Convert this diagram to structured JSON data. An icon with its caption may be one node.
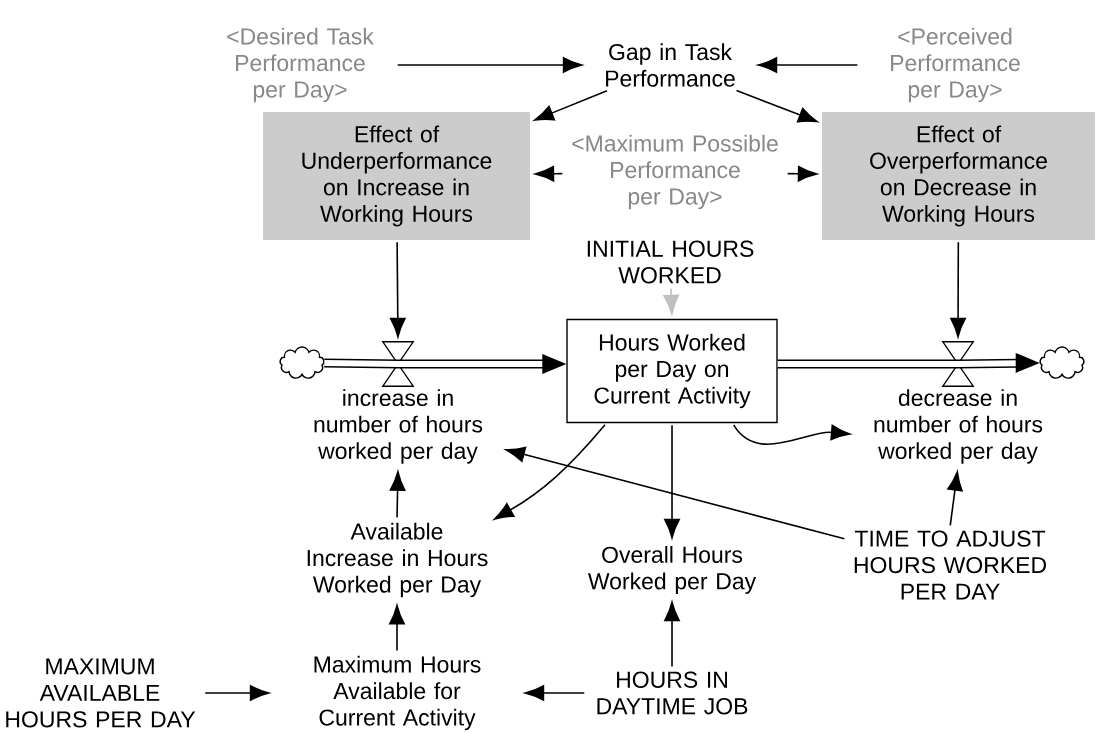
{
  "diagram": {
    "nodes": [
      {
        "text": [
          "<Desired Task Performance per Day>"
        ]
      },
      {
        "text": [
          "Gap in Task Performance"
        ]
      },
      {
        "text": [
          "<Perceived Performance per Day>"
        ]
      },
      {
        "text": [
          "Effect of Underperformance on Increase in Working Hours"
        ]
      },
      {
        "text": [
          "<Maximum Possible Performance per Day>"
        ]
      },
      {
        "text": [
          "Effect of Overperformance on Decrease in Working Hours"
        ]
      },
      {
        "text": [
          "INITIAL HOURS WORKED"
        ]
      },
      {
        "text": [],
        "shape": "cloud"
      },
      {
        "text": [],
        "shape": "valve",
        "beside": [
          "increase in number of hours worked per day"
        ]
      },
      {
        "text": [
          "Hours Worked per Day on Current Activity"
        ]
      },
      {
        "text": [],
        "shape": "valve",
        "beside": [
          "decrease in number of hours worked per day"
        ]
      },
      {
        "text": [],
        "shape": "cloud"
      },
      {
        "text": [
          "Available Increase in Hours Worked per Day"
        ]
      },
      {
        "text": [
          "Overall Hours Worked per Day"
        ]
      },
      {
        "text": [
          "TIME TO ADJUST HOURS WORKED PER DAY"
        ]
      },
      {
        "text": [
          "MAXIMUM AVAILABLE HOURS PER DAY"
        ]
      },
      {
        "text": [
          "Maximum Hours Available for Current Activity"
        ]
      },
      {
        "text": [
          "HOURS IN DAYTIME JOB"
        ]
      }
    ],
    "edges": [
      {
        "from": 0,
        "to": 1,
        "arrow": "to"
      },
      {
        "from": 2,
        "to": 1,
        "arrow": "to"
      },
      {
        "from": 1,
        "to": 3,
        "arrow": "to"
      },
      {
        "from": 1,
        "to": 5,
        "arrow": "to"
      },
      {
        "from": 4,
        "to": 3,
        "arrow": "to"
      },
      {
        "from": 4,
        "to": 5,
        "arrow": "to"
      },
      {
        "from": 3,
        "to": 8,
        "arrow": "to"
      },
      {
        "from": 5,
        "to": 10,
        "arrow": "to"
      },
      {
        "from": 6,
        "to": 9,
        "arrow": "to",
        "color": "#bfbfbf"
      },
      {
        "from": 7,
        "to": 8,
        "arrow": "none",
        "style": "thick"
      },
      {
        "from": 8,
        "to": 9,
        "arrow": "to",
        "style": "thick"
      },
      {
        "from": 9,
        "to": 10,
        "arrow": "none",
        "style": "thick"
      },
      {
        "from": 10,
        "to": 11,
        "arrow": "to",
        "style": "thick"
      },
      {
        "from": 9,
        "to": 10,
        "arrow": "to"
      },
      {
        "from": 9,
        "to": 12,
        "arrow": "to"
      },
      {
        "from": 9,
        "to": 13,
        "arrow": "to"
      },
      {
        "from": 14,
        "to": 8,
        "arrow": "to"
      },
      {
        "from": 14,
        "to": 10,
        "arrow": "to"
      },
      {
        "from": 12,
        "to": 8,
        "arrow": "to"
      },
      {
        "from": 16,
        "to": 12,
        "arrow": "to"
      },
      {
        "from": 15,
        "to": 16,
        "arrow": "to"
      },
      {
        "from": 17,
        "to": 16,
        "arrow": "to"
      },
      {
        "from": 17,
        "to": 13,
        "arrow": "to"
      }
    ]
  }
}
